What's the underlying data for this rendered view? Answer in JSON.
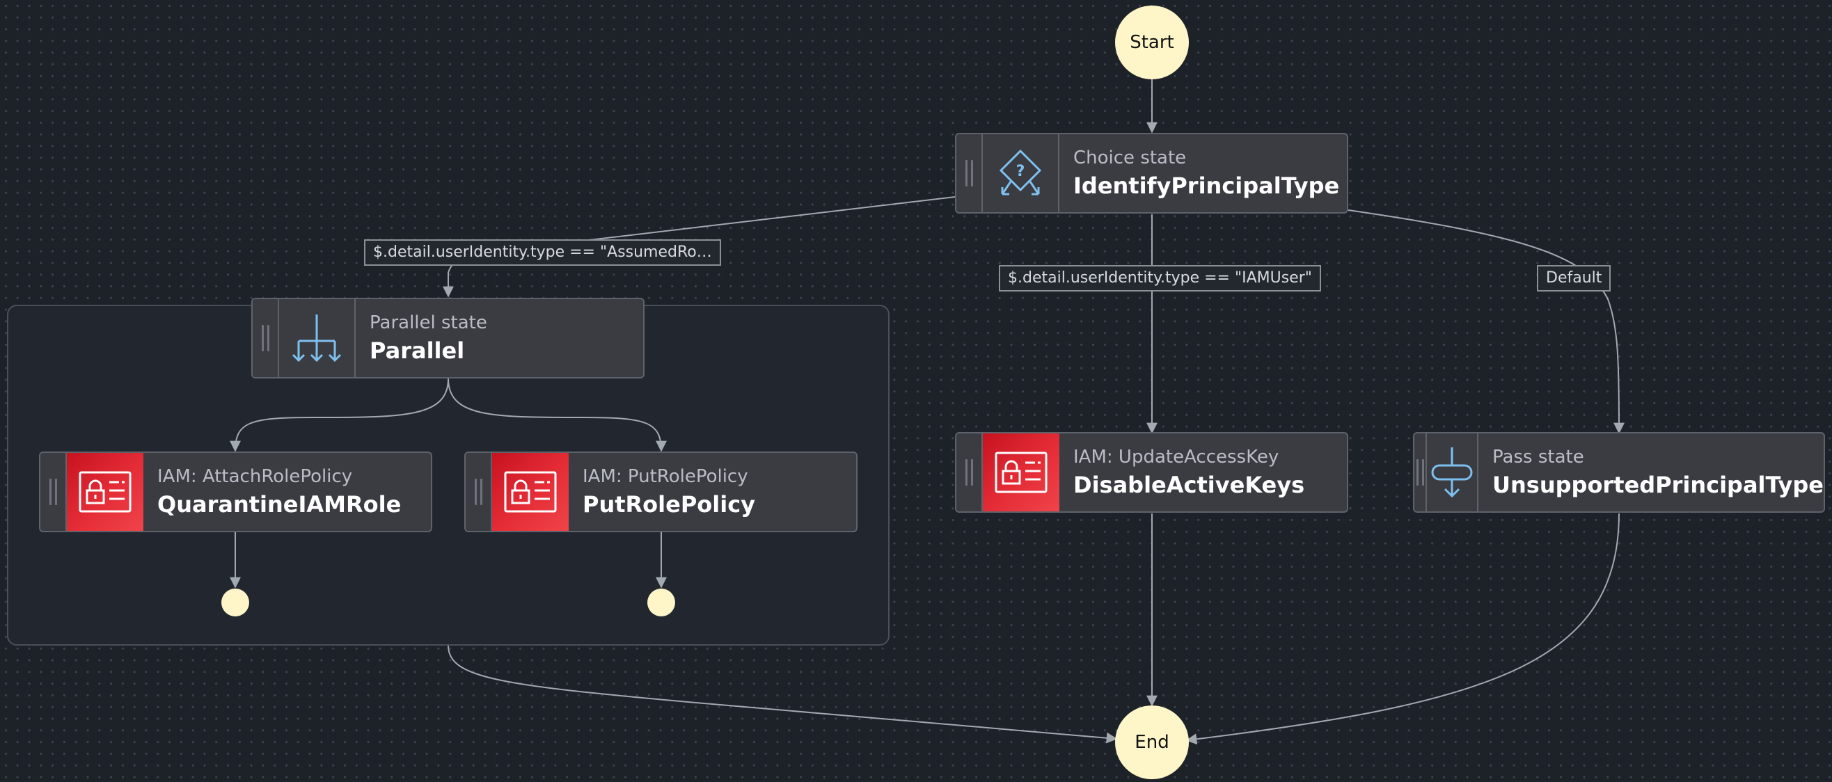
{
  "start": {
    "label": "Start"
  },
  "end": {
    "label": "End"
  },
  "choice": {
    "kind": "Choice state",
    "name": "IdentifyPrincipalType",
    "icon": "choice-diamond-icon"
  },
  "parallel": {
    "kind": "Parallel state",
    "name": "Parallel",
    "icon": "parallel-branch-icon"
  },
  "attach": {
    "kind": "IAM: AttachRolePolicy",
    "name": "QuarantineIAMRole",
    "icon": "iam-certificate-icon"
  },
  "put": {
    "kind": "IAM: PutRolePolicy",
    "name": "PutRolePolicy",
    "icon": "iam-certificate-icon"
  },
  "update": {
    "kind": "IAM: UpdateAccessKey",
    "name": "DisableActiveKeys",
    "icon": "iam-certificate-icon"
  },
  "pass": {
    "kind": "Pass state",
    "name": "UnsupportedPrincipalType",
    "icon": "pass-arrow-icon"
  },
  "labels": {
    "assumed": "$.detail.userIdentity.type == \"AssumedRo…",
    "iamuser": "$.detail.userIdentity.type == \"IAMUser\"",
    "default": "Default"
  },
  "colors": {
    "background": "#1d2128",
    "node": "#3b3b42",
    "terminal": "#fef6c8",
    "iam_red": "#dd2430",
    "edge": "#9aa0a8",
    "icon_blue": "#7ec0ee"
  }
}
